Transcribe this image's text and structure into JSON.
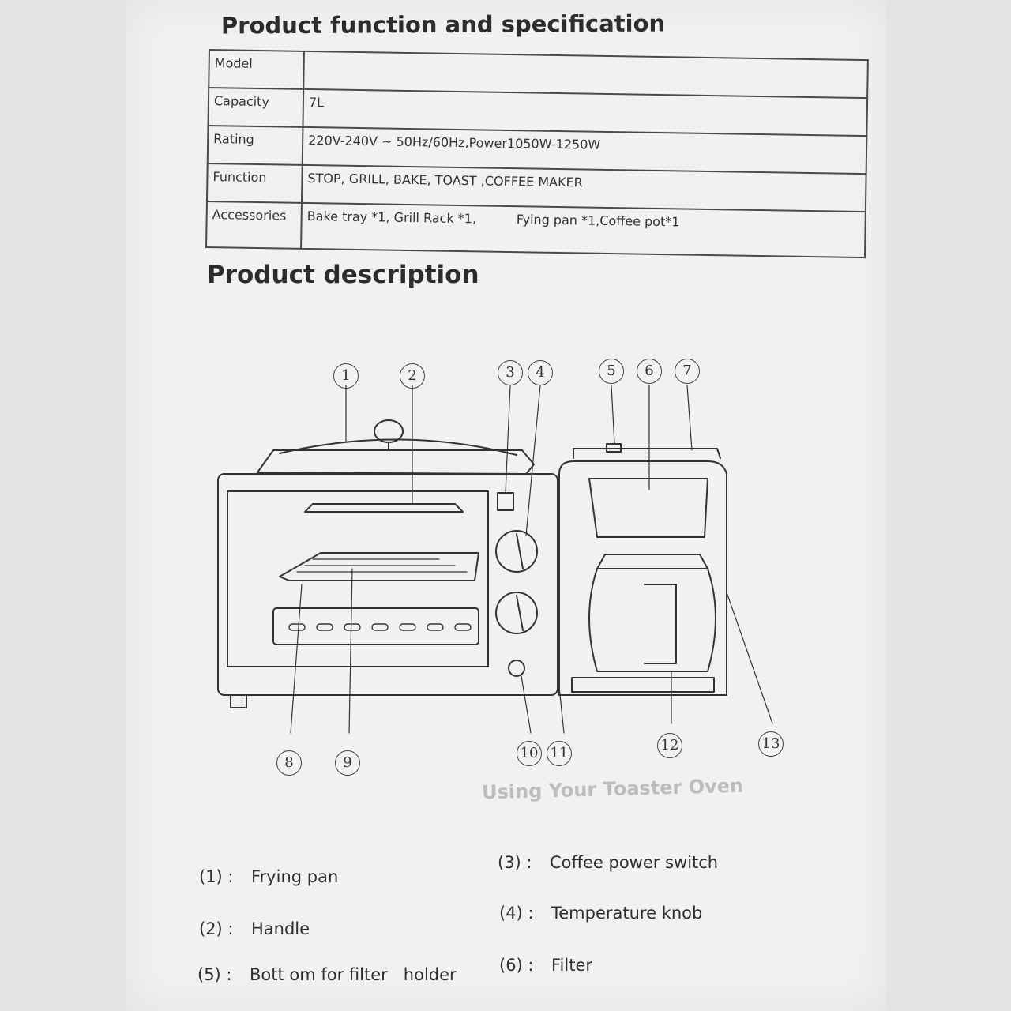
{
  "spec_section": {
    "title": "Product function and specification",
    "rows": [
      {
        "label": "Model",
        "value": ""
      },
      {
        "label": "Capacity",
        "value": "7L"
      },
      {
        "label": "Rating",
        "value": "220V-240V ~ 50Hz/60Hz,Power1050W-1250W"
      },
      {
        "label": "Function",
        "value": "STOP, GRILL, BAKE, TOAST ,COFFEE MAKER"
      },
      {
        "label": "Accessories",
        "value": "Bake tray *1, Grill Rack *1,          Fying pan *1,Coffee pot*1"
      }
    ]
  },
  "description_section": {
    "title": "Product description",
    "callouts": [
      "1",
      "2",
      "3",
      "4",
      "5",
      "6",
      "7",
      "8",
      "9",
      "10",
      "11",
      "12",
      "13"
    ],
    "bleed_through_text": "Using Your Toaster Oven"
  },
  "legend": [
    {
      "num": "(1) :",
      "label": "Frying pan"
    },
    {
      "num": "(2) :",
      "label": "Handle"
    },
    {
      "num": "(5) :",
      "label": "Bott om for filter   holder"
    },
    {
      "num": "(3) :",
      "label": "Coffee power switch"
    },
    {
      "num": "(4) :",
      "label": "Temperature knob"
    },
    {
      "num": "(6) :",
      "label": "Filter"
    }
  ]
}
